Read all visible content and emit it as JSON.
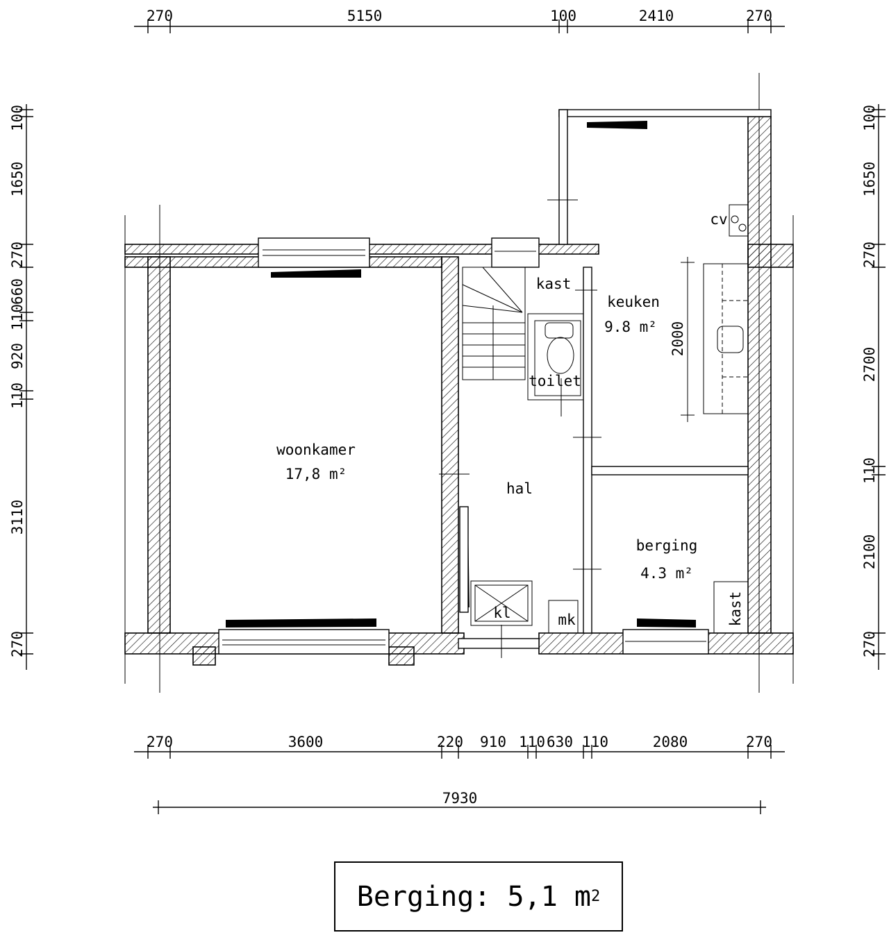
{
  "dimensions": {
    "top": [
      "270",
      "5150",
      "100",
      "2410",
      "270"
    ],
    "bottom": [
      "270",
      "3600",
      "220",
      "910",
      "110",
      "630",
      "110",
      "2080",
      "270"
    ],
    "overall": "7930",
    "left": [
      "100",
      "1650",
      "270",
      "660",
      "110",
      "920",
      "110",
      "3110",
      "270"
    ],
    "right": [
      "100",
      "1650",
      "270",
      "2700",
      "110",
      "2100",
      "270"
    ],
    "kitchen_counter": "2000"
  },
  "rooms": {
    "woonkamer": {
      "name": "woonkamer",
      "area": "17,8 m²"
    },
    "hal": {
      "name": "hal"
    },
    "keuken": {
      "name": "keuken",
      "area": "9.8 m²"
    },
    "berging": {
      "name": "berging",
      "area": "4.3 m²"
    },
    "kast_top": "kast",
    "kast_berging": "kast",
    "toilet": "toilet",
    "kl": "kl",
    "mk": "mk",
    "cv": "cv"
  },
  "summary": {
    "label": "Berging: 5,1 m",
    "superscript": "2"
  }
}
